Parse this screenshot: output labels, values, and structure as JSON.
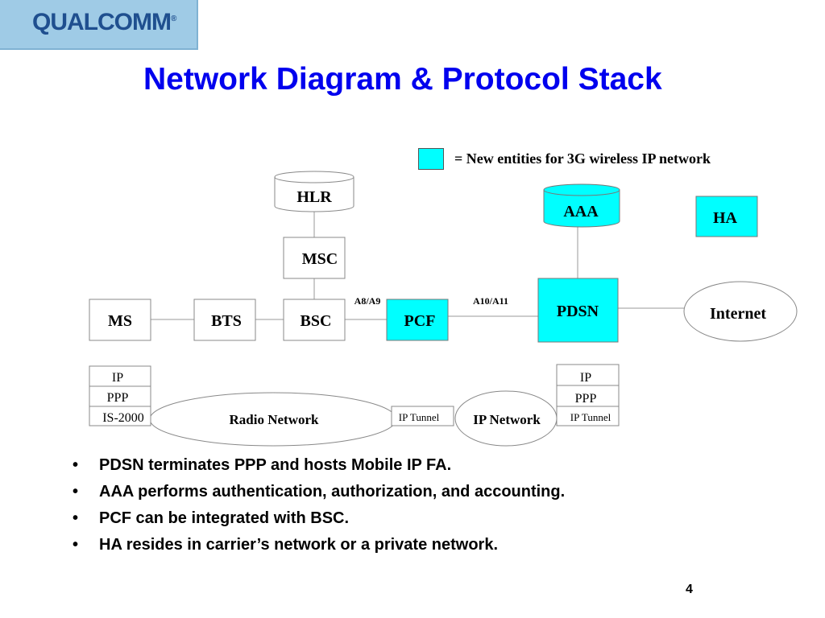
{
  "logo": {
    "text": "QUALCOMM",
    "registered": "®"
  },
  "title": "Network Diagram & Protocol Stack",
  "legend": {
    "label": "= New entities for 3G wireless IP network",
    "swatch_color": "#00ffff"
  },
  "nodes": {
    "hlr": "HLR",
    "msc": "MSC",
    "ms": "MS",
    "bts": "BTS",
    "bsc": "BSC",
    "pcf": "PCF",
    "pdsn": "PDSN",
    "aaa": "AAA",
    "ha": "HA",
    "internet": "Internet"
  },
  "interfaces": {
    "a8_a9": "A8/A9",
    "a10_a11": "A10/A11"
  },
  "stack_left": [
    "IP",
    "PPP",
    "IS-2000"
  ],
  "stack_right": [
    "IP",
    "PPP",
    "IP Tunnel"
  ],
  "tunnel_label": "IP Tunnel",
  "networks": {
    "radio": "Radio Network",
    "ip": "IP Network"
  },
  "bullets": [
    "PDSN terminates PPP and hosts Mobile IP FA.",
    "AAA performs authentication, authorization, and accounting.",
    "PCF can be integrated with BSC.",
    "HA resides in carrier’s network or a private network."
  ],
  "page_number": "4",
  "colors": {
    "new_entity": "#00ffff",
    "title": "#0000ee",
    "logo_bg": "#9fcbe6"
  }
}
